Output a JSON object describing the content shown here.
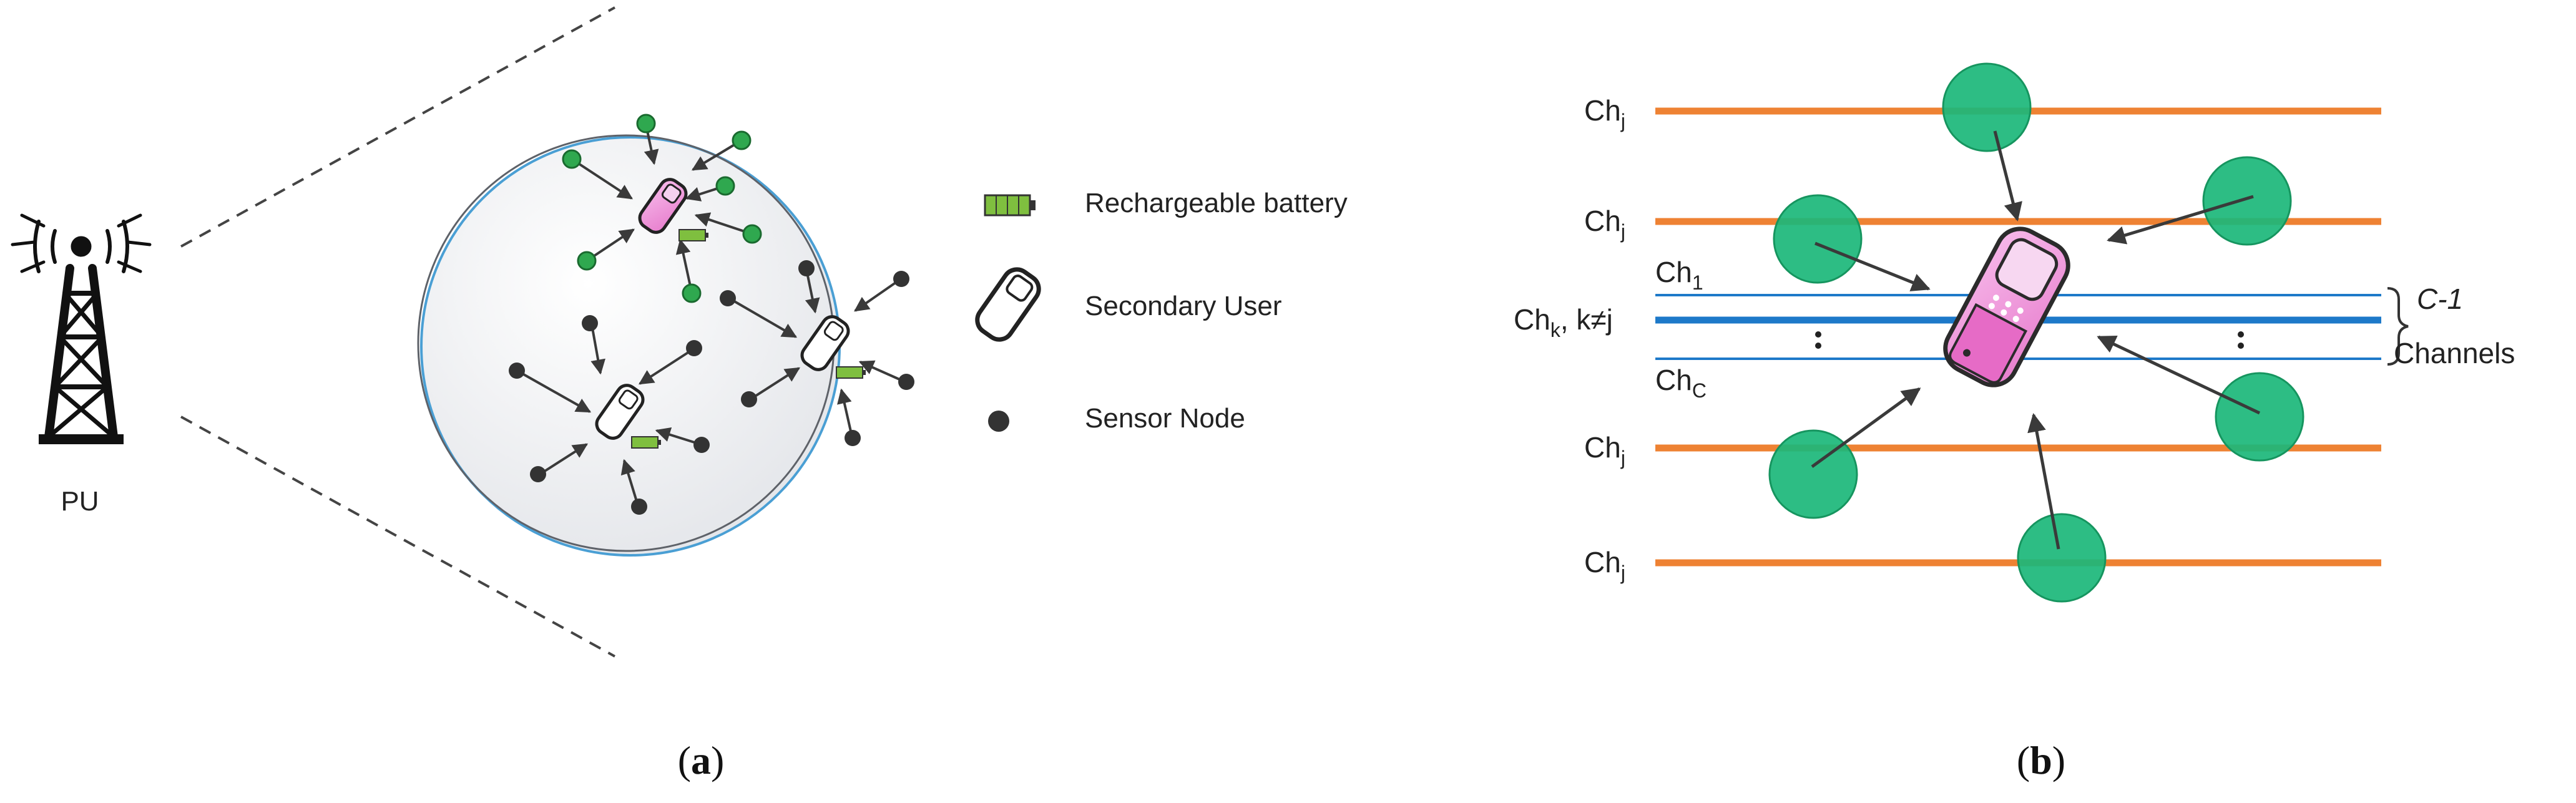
{
  "panel_a": {
    "caption_open": "(",
    "caption_letter": "a",
    "caption_close": ")",
    "pu_label": "PU",
    "legend": {
      "battery_label": "Rechargeable battery",
      "su_label": "Secondary User",
      "sensor_label": "Sensor Node"
    },
    "colors": {
      "battery": "#7fbf3f",
      "green_sensor": "#2fa84f",
      "dark_sensor": "#333333",
      "handset_pink": "#e89ad8",
      "circle_edge": "#4a9fd4"
    }
  },
  "panel_b": {
    "caption_open": "(",
    "caption_letter": "b",
    "caption_close": ")",
    "ch_base": "Ch",
    "sub_j": "j",
    "sub_k": "k",
    "k_suffix": ", k≠j",
    "sub_1": "1",
    "sub_c": "C",
    "c_minus_1": "C-1",
    "channels_label": "Channels",
    "colors": {
      "orange_channel": "#ee8233",
      "blue_channel": "#1d79c9",
      "green_node": "#1bb77a",
      "handset_pink": "#ee8fd6"
    }
  }
}
